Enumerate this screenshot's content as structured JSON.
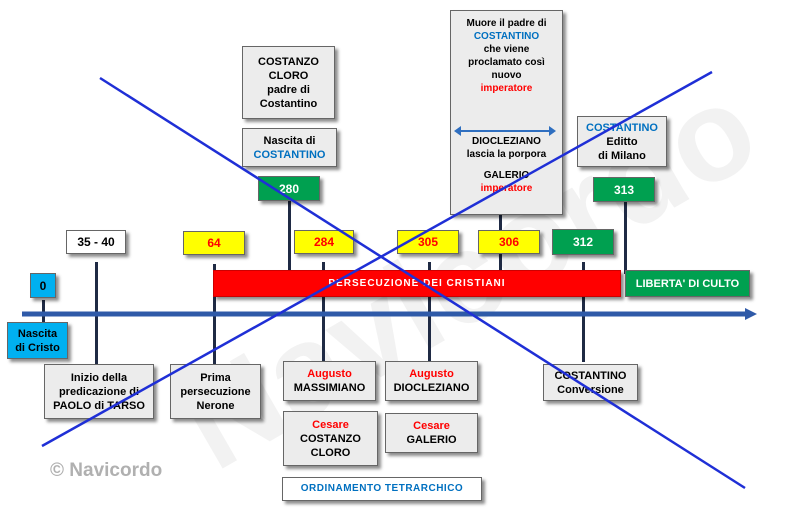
{
  "watermark": "Navicordo",
  "copyright": "© Navicordo",
  "timeline": {
    "persecution_bar": "PERSECUZIONE DEI CRISTIANI",
    "liberty_bar": "LIBERTA' DI CULTO"
  },
  "years": {
    "y0": "0",
    "y35": "35 - 40",
    "y64": "64",
    "y284": "284",
    "y305": "305",
    "y306": "306",
    "y312": "312",
    "y280": "280",
    "y313": "313"
  },
  "boxes": {
    "costanzo_father": [
      "COSTANZO",
      "CLORO",
      "padre di",
      "Costantino"
    ],
    "birth_constantine": {
      "line1": "Nascita di",
      "line2": "COSTANTINO"
    },
    "father_dies": {
      "l1": "Muore il padre di",
      "l2": "COSTANTINO",
      "l3": "che viene",
      "l4": "proclamato così",
      "l5": "nuovo",
      "l6": "imperatore",
      "l7": "DIOCLEZIANO",
      "l8": "lascia la porpora",
      "l9": "GALERIO",
      "l10": "imperatore"
    },
    "edict": {
      "l1": "COSTANTINO",
      "l2": "Editto",
      "l3": "di Milano"
    },
    "birth_christ": {
      "l1": "Nascita",
      "l2": "di Cristo"
    },
    "paul": {
      "l1": "Inizio della",
      "l2": "predicazione di",
      "l3": "PAOLO di TARSO"
    },
    "nero": {
      "l1": "Prima",
      "l2": "persecuzione",
      "l3": "Nerone"
    },
    "maximian": {
      "l1": "Augusto",
      "l2": "MASSIMIANO"
    },
    "diocletian": {
      "l1": "Augusto",
      "l2": "DIOCLEZIANO"
    },
    "constantius": {
      "l1": "Cesare",
      "l2": "COSTANZO",
      "l3": "CLORO"
    },
    "galerius": {
      "l1": "Cesare",
      "l2": "GALERIO"
    },
    "tetrarchy": "ORDINAMENTO TETRARCHICO",
    "conversion": {
      "l1": "COSTANTINO",
      "l2": "Conversione"
    }
  },
  "colors": {
    "timeline_axis": "#2f5aa8",
    "persecution": "#ff0000",
    "liberty": "#00a050",
    "highlight_year": "#ffff00",
    "cross_lines": "#1f2fd6"
  }
}
